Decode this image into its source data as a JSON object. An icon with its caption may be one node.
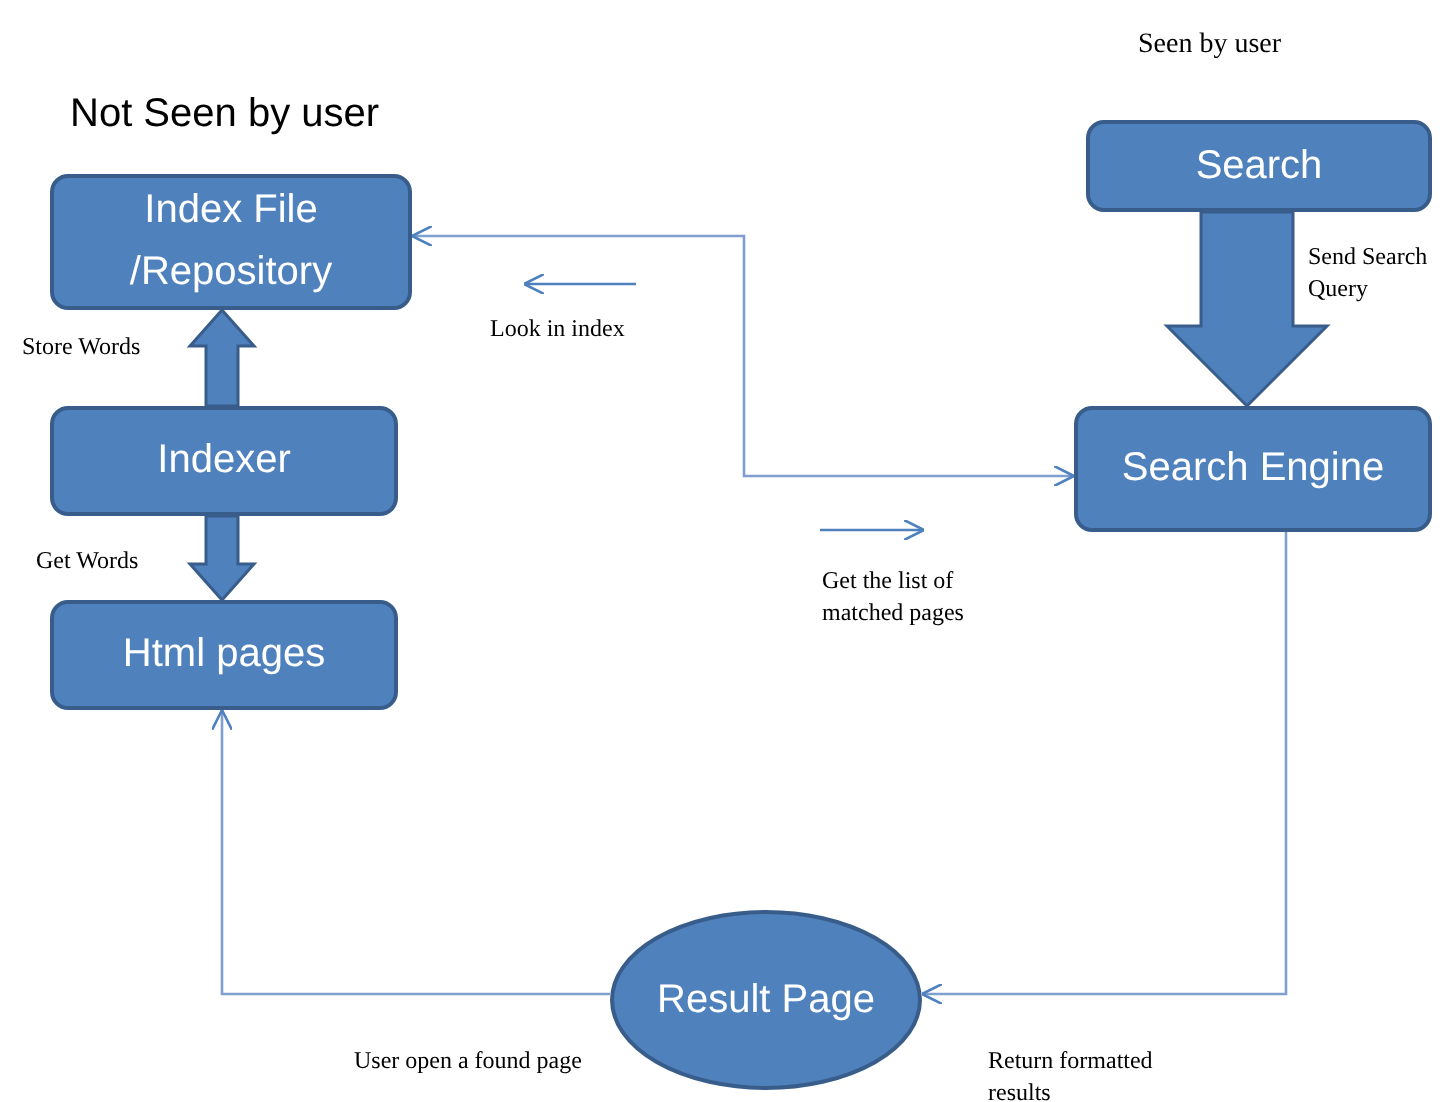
{
  "diagram": {
    "nodes": [
      {
        "text": [
          "Index File /Repository"
        ]
      },
      {
        "text": [
          "Indexer"
        ]
      },
      {
        "text": [
          "Html pages"
        ]
      },
      {
        "text": [
          "Search"
        ]
      },
      {
        "text": [
          "Search Engine"
        ]
      },
      {
        "text": [
          "Result Page"
        ]
      }
    ],
    "edges": [
      {
        "from": 1,
        "to": 0,
        "arrow": "to",
        "style": "thick",
        "label": "Store Words"
      },
      {
        "from": 1,
        "to": 2,
        "arrow": "to",
        "style": "thick",
        "label": "Get Words"
      },
      {
        "from": 3,
        "to": 4,
        "arrow": "to",
        "style": "thick",
        "label": "Send Search Query"
      },
      {
        "from": 4,
        "to": 0,
        "arrow": "both"
      },
      {
        "from": 4,
        "to": 5,
        "arrow": "to",
        "label": "Return formatted results"
      },
      {
        "from": 5,
        "to": 2,
        "arrow": "to",
        "label": "User open a found page"
      }
    ],
    "labels": [
      "Not Seen by user",
      "Seen by user",
      "Look in index",
      "Get the list of matched pages"
    ]
  }
}
